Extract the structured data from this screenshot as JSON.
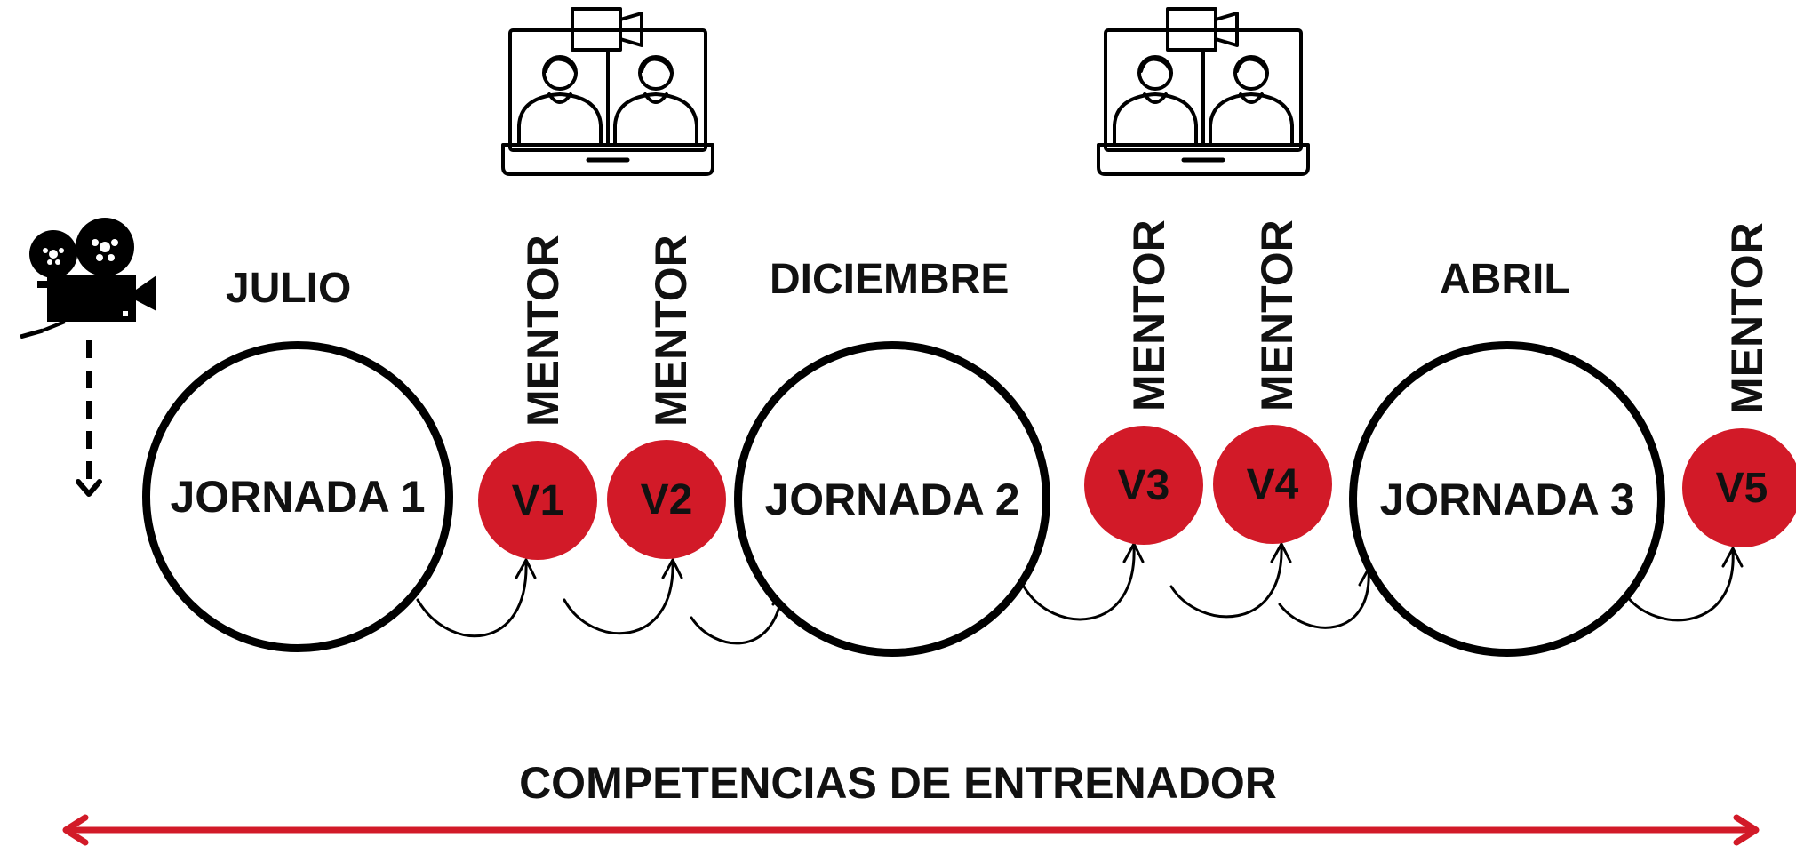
{
  "months": [
    "JULIO",
    "DICIEMBRE",
    "ABRIL"
  ],
  "jornadas": [
    "JORNADA 1",
    "JORNADA 2",
    "JORNADA 3"
  ],
  "visits": [
    "V1",
    "V2",
    "V3",
    "V4",
    "V5"
  ],
  "mentor_label": "MENTOR",
  "bottom_title": "COMPETENCIAS DE ENTRENADOR",
  "colors": {
    "accent": "#d21a28",
    "ink": "#000000",
    "background": "#ffffff"
  },
  "icons": [
    "movie-camera-icon",
    "video-call-laptop-icon",
    "video-call-laptop-icon"
  ]
}
